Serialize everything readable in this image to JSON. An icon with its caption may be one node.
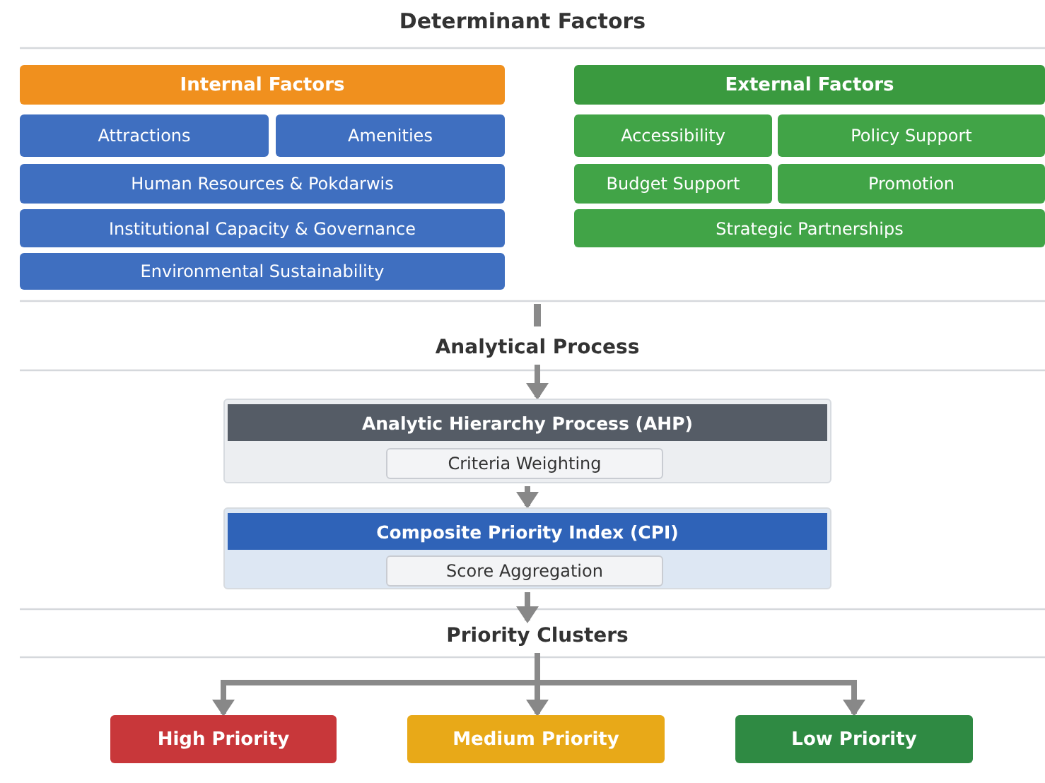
{
  "diagram": {
    "title": "Determinant Factors",
    "nodes": [
      {
        "text": [
          "Internal Factors"
        ]
      },
      {
        "text": [
          "Attractions"
        ]
      },
      {
        "text": [
          "Amenities"
        ]
      },
      {
        "text": [
          "Human Resources & Pokdarwis"
        ]
      },
      {
        "text": [
          "Institutional Capacity & Governance"
        ]
      },
      {
        "text": [
          "Environmental Sustainability"
        ]
      },
      {
        "text": [
          "External Factors"
        ]
      },
      {
        "text": [
          "Accessibility"
        ]
      },
      {
        "text": [
          "Policy Support"
        ]
      },
      {
        "text": [
          "Budget Support"
        ]
      },
      {
        "text": [
          "Promotion"
        ]
      },
      {
        "text": [
          "Strategic Partnerships"
        ]
      },
      {
        "text": [
          "Analytical Process"
        ]
      },
      {
        "text": [
          "Analytic Hierarchy Process (AHP)"
        ]
      },
      {
        "text": [
          "Criteria Weighting"
        ],
        "in": 13
      },
      {
        "text": [
          "Composite Priority Index (CPI)"
        ]
      },
      {
        "text": [
          "Score Aggregation"
        ],
        "in": 15
      },
      {
        "text": [
          "Priority Clusters"
        ]
      },
      {
        "text": [
          "High Priority"
        ]
      },
      {
        "text": [
          "Medium Priority"
        ]
      },
      {
        "text": [
          "Low Priority"
        ]
      }
    ],
    "edges": [
      {
        "from": 12,
        "to": 13,
        "arrow": "to"
      },
      {
        "from": 13,
        "to": 15,
        "arrow": "to"
      },
      {
        "from": 15,
        "to": 17,
        "arrow": "to"
      },
      {
        "from": 17,
        "to": 18,
        "arrow": "to"
      },
      {
        "from": 17,
        "to": 19,
        "arrow": "to"
      },
      {
        "from": 17,
        "to": 20,
        "arrow": "to"
      }
    ]
  }
}
